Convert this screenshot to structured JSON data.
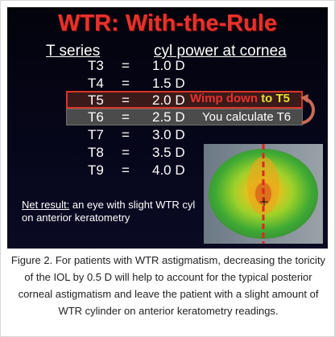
{
  "slide": {
    "title": "WTR: With-the-Rule",
    "header_series": "T series",
    "header_cyl": "cyl power at cornea",
    "rows": [
      {
        "series": "T3",
        "eq": "=",
        "value": "1.0 D"
      },
      {
        "series": "T4",
        "eq": "=",
        "value": "1.5 D"
      },
      {
        "series": "T5",
        "eq": "=",
        "value": "2.0 D"
      },
      {
        "series": "T6",
        "eq": "=",
        "value": "2.5 D"
      },
      {
        "series": "T7",
        "eq": "=",
        "value": "3.0 D"
      },
      {
        "series": "T8",
        "eq": "=",
        "value": "3.5 D"
      },
      {
        "series": "T9",
        "eq": "=",
        "value": "4.0 D"
      }
    ],
    "wimp_part1": "Wimp down ",
    "wimp_part2": "to T5",
    "calc_note": "You calculate T6",
    "net_label": "Net result:",
    "net_text": " an eye with slight WTR cyl on anterior keratometry",
    "colors": {
      "title": "#e8312b",
      "highlight_border": "#d93525",
      "accent_yellow": "#e6e02a"
    },
    "icons": [
      "curved-arrow-icon"
    ]
  },
  "caption": "Figure 2. For patients with WTR astigmatism, decreasing the toricity of the IOL by 0.5 D will help to account for the typical posterior corneal astigmatism and leave the patient with a slight amount of WTR cylinder on anterior keratometry readings."
}
